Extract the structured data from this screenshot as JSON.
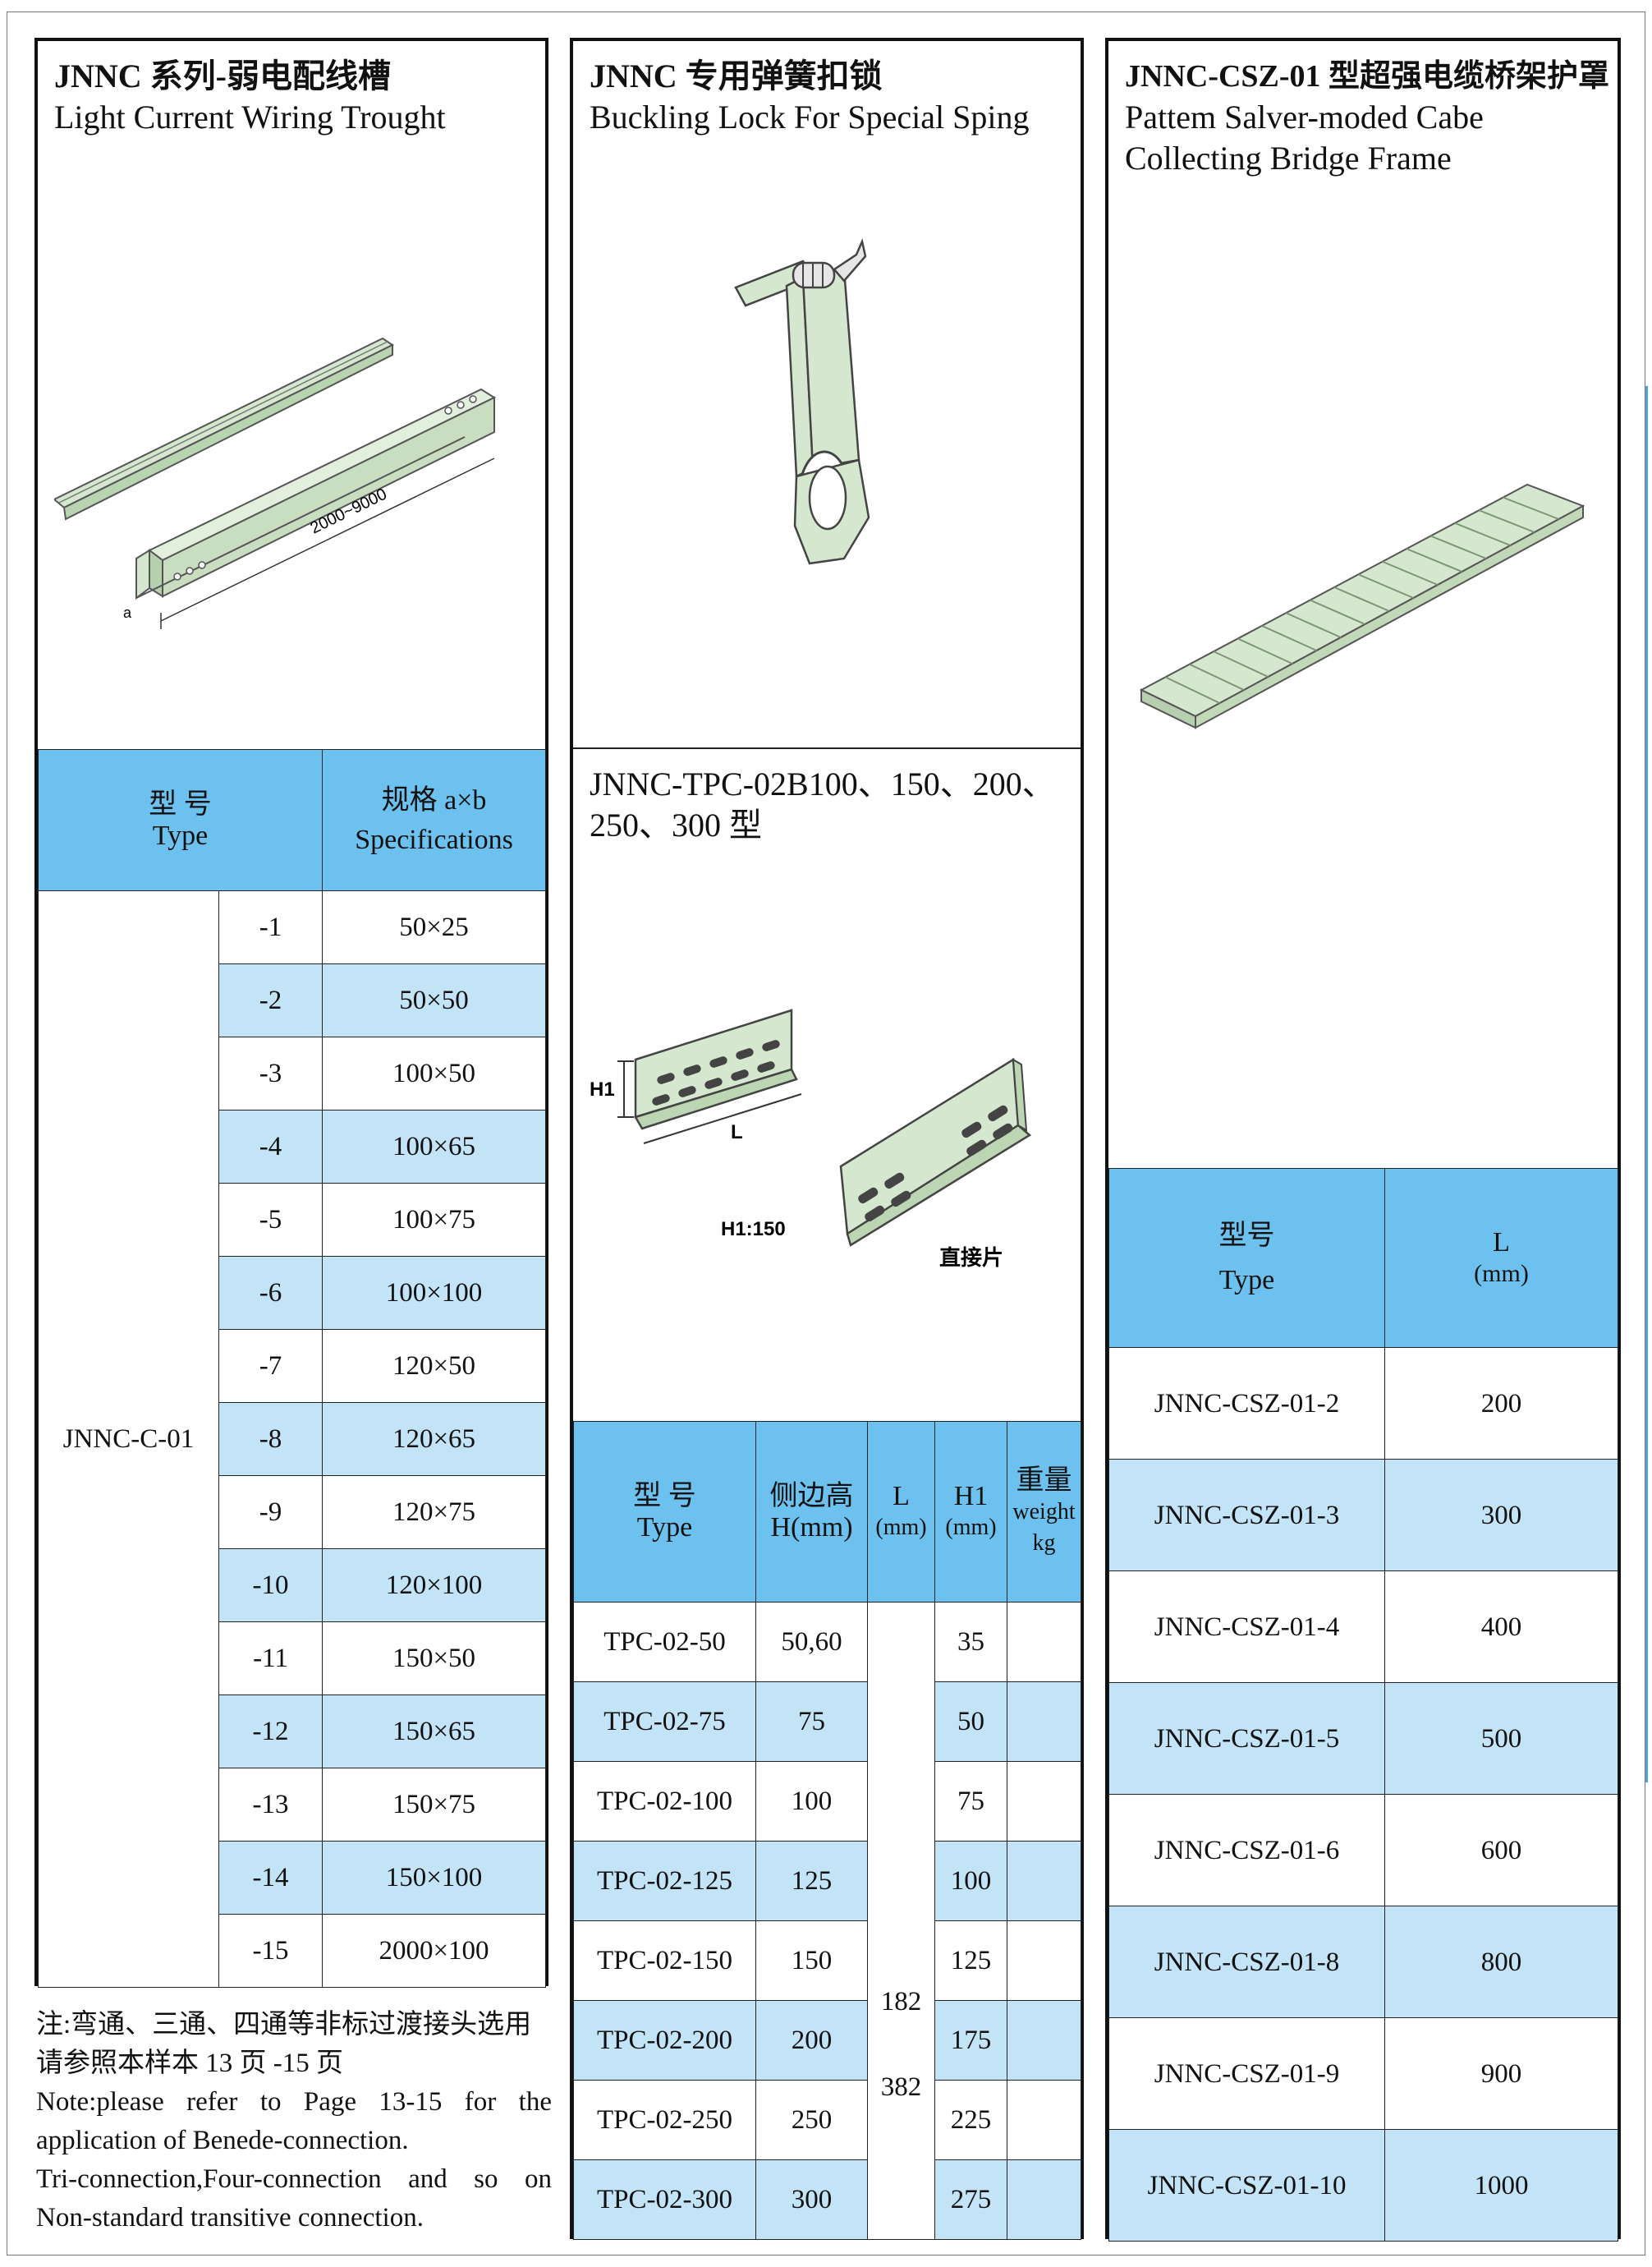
{
  "col1": {
    "title_cn": "JNNC 系列-弱电配线槽",
    "title_en": "Light Current Wiring Trought",
    "figure": {
      "dim_label": "2000~9000",
      "b_label": "a"
    },
    "table": {
      "header_type_cn": "型 号",
      "header_type_en": "Type",
      "header_spec_cn": "规格 a×b",
      "header_spec_en": "Specifications",
      "model": "JNNC-C-01",
      "rows": [
        {
          "suffix": "-1",
          "spec": "50×25"
        },
        {
          "suffix": "-2",
          "spec": "50×50"
        },
        {
          "suffix": "-3",
          "spec": "100×50"
        },
        {
          "suffix": "-4",
          "spec": "100×65"
        },
        {
          "suffix": "-5",
          "spec": "100×75"
        },
        {
          "suffix": "-6",
          "spec": "100×100"
        },
        {
          "suffix": "-7",
          "spec": "120×50"
        },
        {
          "suffix": "-8",
          "spec": "120×65"
        },
        {
          "suffix": "-9",
          "spec": "120×75"
        },
        {
          "suffix": "-10",
          "spec": "120×100"
        },
        {
          "suffix": "-11",
          "spec": "150×50"
        },
        {
          "suffix": "-12",
          "spec": "150×65"
        },
        {
          "suffix": "-13",
          "spec": "150×75"
        },
        {
          "suffix": "-14",
          "spec": "150×100"
        },
        {
          "suffix": "-15",
          "spec": "2000×100"
        }
      ]
    },
    "note_cn_1": "注:弯通、三通、四通等非标过渡接头选用",
    "note_cn_2": "请参照本样本 13 页 -15 页",
    "note_en_1": "Note:please refer to Page 13-15 for the application of Benede-connection.",
    "note_en_2": "Tri-connection,Four-connection and so on Non-standard transitive connection."
  },
  "col2": {
    "title_cn": "JNNC 专用弹簧扣锁",
    "title_en": "Buckling Lock For Special Sping",
    "subtitle_1": "JNNC-TPC-02B100、150、200、",
    "subtitle_2": "250、300 型",
    "figure": {
      "h1_label": "H1",
      "l_label": "L",
      "h1_value_label": "H1:150",
      "direct_label": "直接片"
    },
    "table": {
      "header_type_cn": "型 号",
      "header_type_en": "Type",
      "header_side_cn": "侧边高",
      "header_side_en": "H(mm)",
      "header_l": "L",
      "header_l_unit": "(mm)",
      "header_h1": "H1",
      "header_h1_unit": "(mm)",
      "header_weight_cn": "重量",
      "header_weight_en": "weight",
      "header_weight_unit": "kg",
      "l_value_1": "182",
      "l_value_2": "382",
      "rows": [
        {
          "type": "TPC-02-50",
          "side": "50,60",
          "h1": "35",
          "weight": ""
        },
        {
          "type": "TPC-02-75",
          "side": "75",
          "h1": "50",
          "weight": ""
        },
        {
          "type": "TPC-02-100",
          "side": "100",
          "h1": "75",
          "weight": ""
        },
        {
          "type": "TPC-02-125",
          "side": "125",
          "h1": "100",
          "weight": ""
        },
        {
          "type": "TPC-02-150",
          "side": "150",
          "h1": "125",
          "weight": ""
        },
        {
          "type": "TPC-02-200",
          "side": "200",
          "h1": "175",
          "weight": ""
        },
        {
          "type": "TPC-02-250",
          "side": "250",
          "h1": "225",
          "weight": ""
        },
        {
          "type": "TPC-02-300",
          "side": "300",
          "h1": "275",
          "weight": ""
        }
      ]
    }
  },
  "col3": {
    "title_cn": "JNNC-CSZ-01 型超强电缆桥架护罩",
    "title_en_1": "Pattem Salver-moded Cabe",
    "title_en_2": "Collecting Bridge Frame",
    "table": {
      "header_type_cn": "型号",
      "header_type_en": "Type",
      "header_l": "L",
      "header_l_unit": "(mm)",
      "rows": [
        {
          "type": "JNNC-CSZ-01-2",
          "l": "200"
        },
        {
          "type": "JNNC-CSZ-01-3",
          "l": "300"
        },
        {
          "type": "JNNC-CSZ-01-4",
          "l": "400"
        },
        {
          "type": "JNNC-CSZ-01-5",
          "l": "500"
        },
        {
          "type": "JNNC-CSZ-01-6",
          "l": "600"
        },
        {
          "type": "JNNC-CSZ-01-8",
          "l": "800"
        },
        {
          "type": "JNNC-CSZ-01-9",
          "l": "900"
        },
        {
          "type": "JNNC-CSZ-01-10",
          "l": "1000"
        }
      ]
    }
  },
  "colors": {
    "header_blue": "#6dc1ee",
    "row_blue": "#c3e3f7",
    "part_green": "#d5e8cf"
  }
}
